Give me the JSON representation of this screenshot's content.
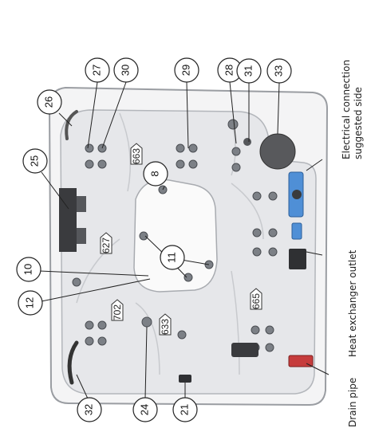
{
  "callouts": {
    "c27": "27",
    "c30": "30",
    "c29": "29",
    "c28": "28",
    "c31": "31",
    "c33": "33",
    "c26": "26",
    "c25": "25",
    "c8": "8",
    "c10": "10",
    "c11": "11",
    "c12": "12",
    "c32": "32",
    "c24": "24",
    "c21": "21"
  },
  "zones": {
    "z663": "663",
    "z627": "627",
    "z702": "702",
    "z633": "633",
    "z665": "665"
  },
  "side_labels": {
    "electrical": [
      "Electrical connection",
      "suggested side"
    ],
    "heat_exchanger": "Heat exchanger outlet",
    "drain": "Drain pipe"
  }
}
